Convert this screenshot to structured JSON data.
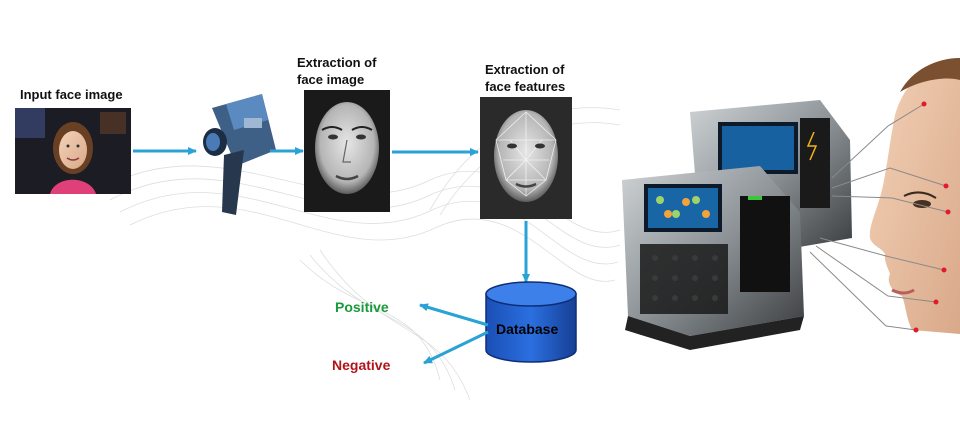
{
  "labels": {
    "input_face_image": "Input face image",
    "extraction_face_image": "Extraction of\nface image",
    "extraction_face_features": "Extraction of\nface features",
    "database": "Database",
    "positive": "Positive",
    "negative": "Negative"
  },
  "colors": {
    "arrow": "#29a3d6",
    "database_fill": "#1f5fd0",
    "positive": "#1a9a3a",
    "negative": "#b0141a"
  },
  "icons": [
    "camera-icon",
    "database-icon",
    "face-recognition-terminal-icon"
  ]
}
